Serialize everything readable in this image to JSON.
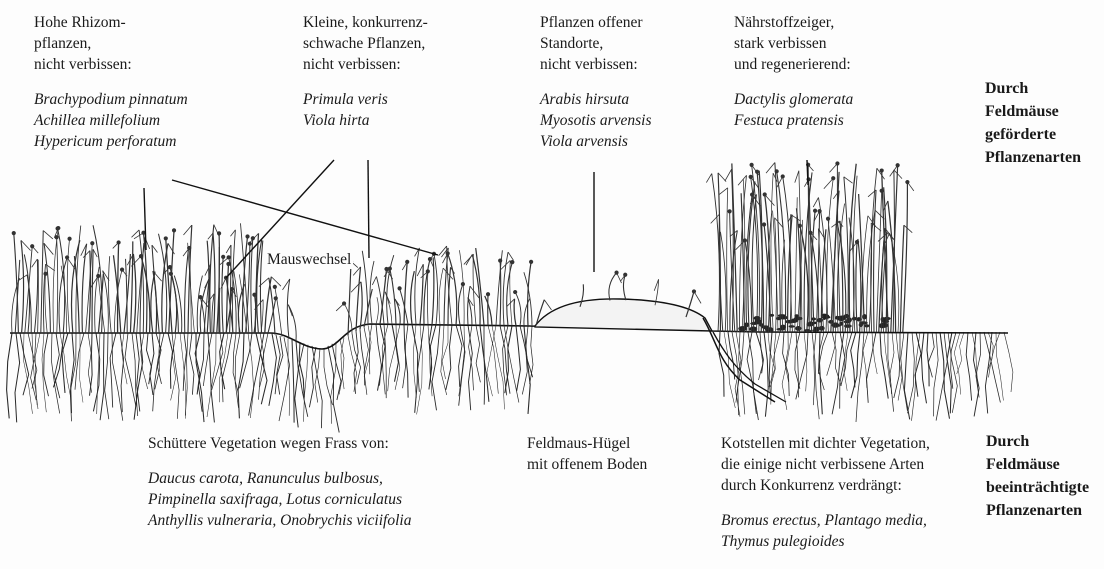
{
  "groups_top": [
    {
      "heading": [
        "Hohe Rhizom-",
        "pflanzen,",
        "nicht verbissen:"
      ],
      "species": [
        "Brachypodium pinnatum",
        "Achillea millefolium",
        "Hypericum perforatum"
      ]
    },
    {
      "heading": [
        "Kleine, konkurrenz-",
        "schwache Pflanzen,",
        "nicht verbissen:"
      ],
      "species": [
        "Primula veris",
        "Viola hirta"
      ]
    },
    {
      "heading": [
        "Pflanzen offener",
        "Standorte,",
        "nicht verbissen:"
      ],
      "species": [
        "Arabis hirsuta",
        "Myosotis arvensis",
        "Viola arvensis"
      ]
    },
    {
      "heading": [
        "Nährstoffzeiger,",
        "stark verbissen",
        "und regenerierend:"
      ],
      "species": [
        "Dactylis glomerata",
        "Festuca pratensis"
      ]
    }
  ],
  "category_promoted": [
    "Durch",
    "Feldmäuse",
    "geförderte",
    "Pflanzenarten"
  ],
  "label_path": "Mauswechsel",
  "groups_bottom": [
    {
      "heading": [
        "Schüttere Vegetation wegen Frass von:"
      ],
      "species": [
        "Daucus carota, Ranunculus bulbosus,",
        "Pimpinella saxifraga, Lotus corniculatus",
        "Anthyllis vulneraria, Onobrychis viciifolia"
      ]
    },
    {
      "heading": [
        "Feldmaus-Hügel",
        "mit offenem Boden"
      ],
      "species": []
    },
    {
      "heading": [
        "Kotstellen mit dichter Vegetation,",
        "die einige nicht verbissene Arten",
        "durch Konkurrenz verdrängt:"
      ],
      "species": [
        "Bromus erectus, Plantago media,",
        "Thymus pulegioides"
      ]
    }
  ],
  "category_impaired": [
    "Durch",
    "Feldmäuse",
    "beeinträchtigte",
    "Pflanzenarten"
  ]
}
